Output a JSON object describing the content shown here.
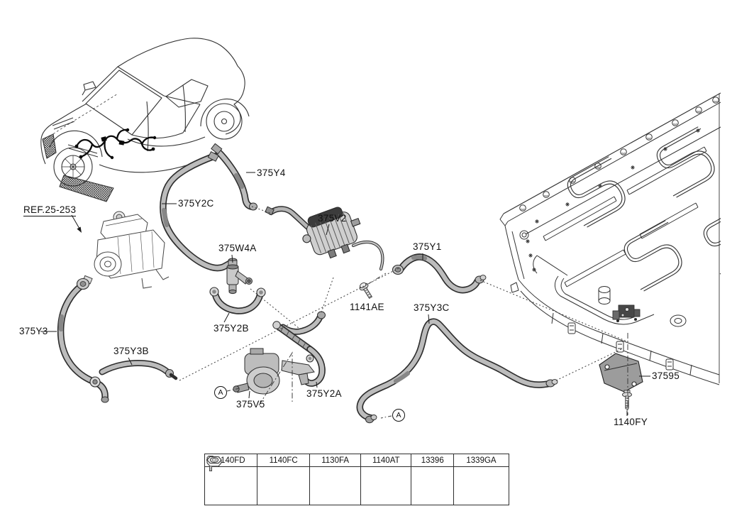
{
  "diagram": {
    "ref_label": "REF.25-253",
    "labels": [
      {
        "text": "375Y4"
      },
      {
        "text": "375Y2C"
      },
      {
        "text": "375V2"
      },
      {
        "text": "375W4A"
      },
      {
        "text": "375Y1"
      },
      {
        "text": "1141AE"
      },
      {
        "text": "375Y3C"
      },
      {
        "text": "375Y2B"
      },
      {
        "text": "375Y3"
      },
      {
        "text": "375Y3B"
      },
      {
        "text": "375Y2A"
      },
      {
        "text": "375V5"
      },
      {
        "text": "37595"
      },
      {
        "text": "1140FY"
      }
    ],
    "detail_markers": [
      {
        "letter": "A"
      },
      {
        "letter": "A"
      }
    ],
    "colors": {
      "line": "#2e2e2e",
      "hose_fill": "#bcbcbc",
      "part_shade": "#c7c7c7",
      "bracket_shade": "#9c9c9c"
    }
  },
  "fastener_table": {
    "columns": [
      {
        "part": "1140FD",
        "icon": "bolt-icon"
      },
      {
        "part": "1140FC",
        "icon": "bolt-icon"
      },
      {
        "part": "1130FA",
        "icon": "bolt-icon"
      },
      {
        "part": "1140AT",
        "icon": "bolt-icon"
      },
      {
        "part": "13396",
        "icon": "nut-icon"
      },
      {
        "part": "1339GA",
        "icon": "nut-icon"
      }
    ]
  }
}
